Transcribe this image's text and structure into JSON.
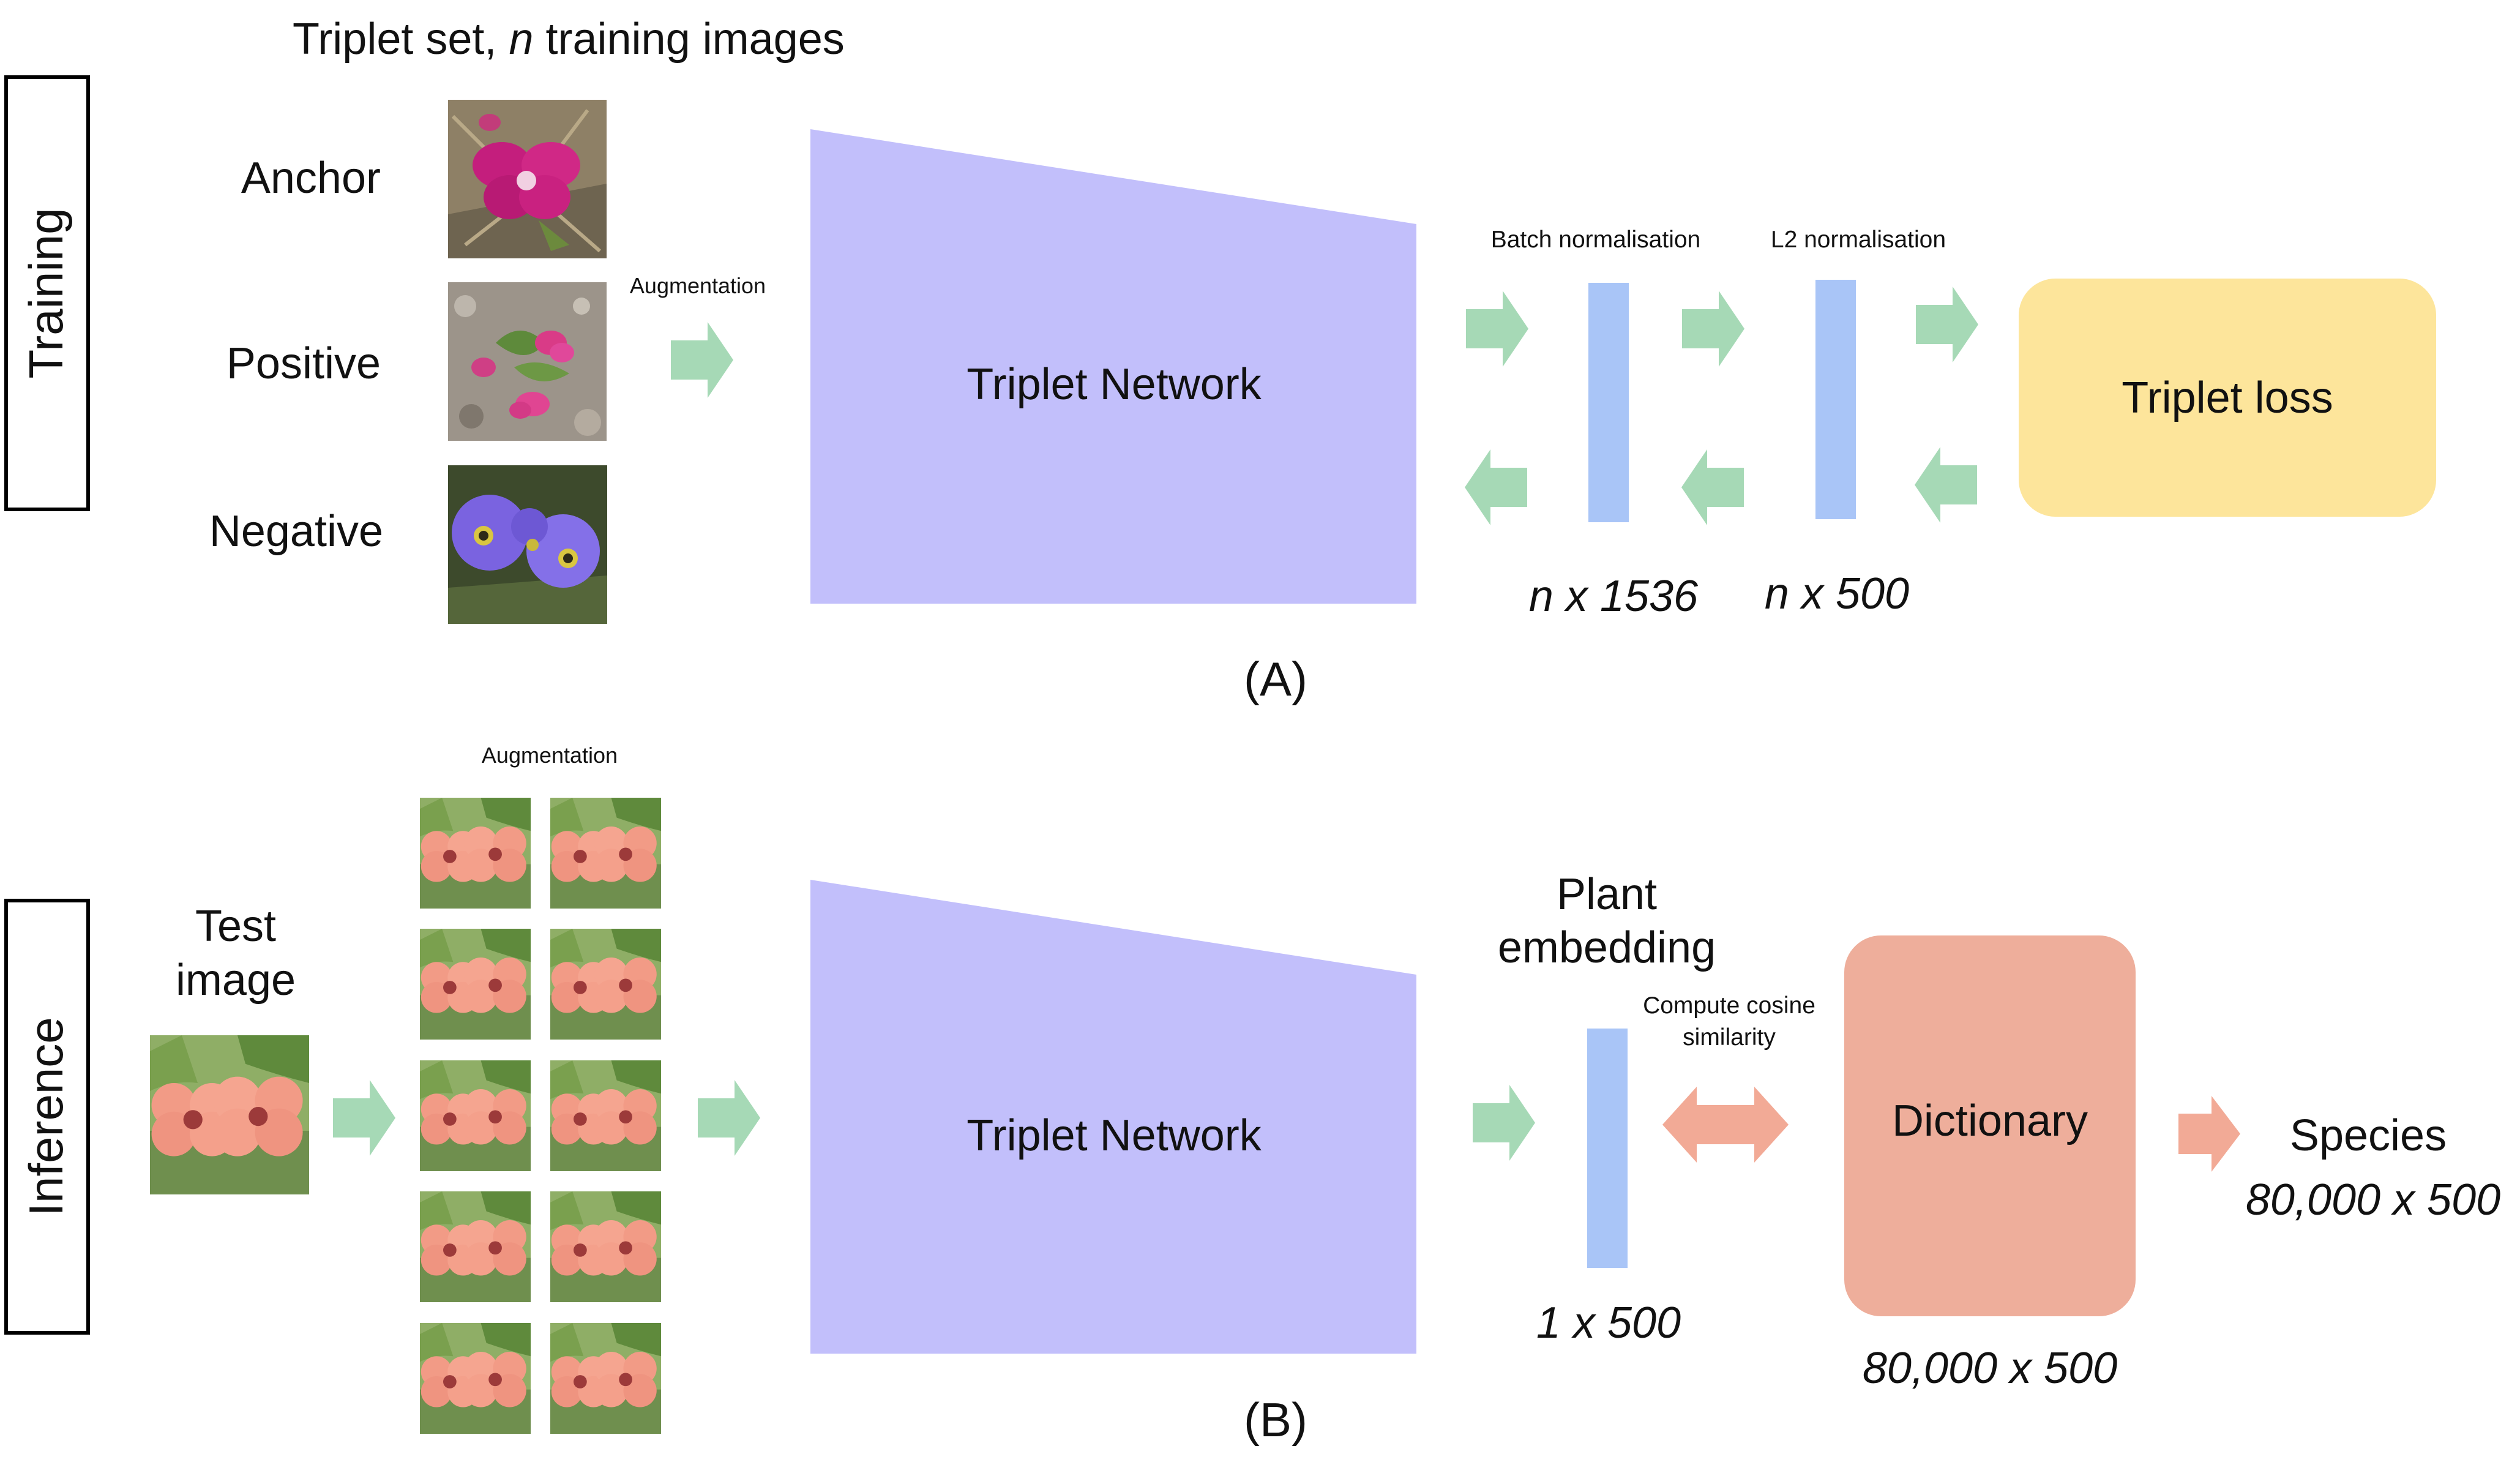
{
  "training": {
    "side_label": "Training",
    "header_text": "Triplet set, ",
    "header_n": "n",
    "header_suffix": " training images",
    "anchor_label": "Anchor",
    "positive_label": "Positive",
    "negative_label": "Negative",
    "augmentation_label": "Augmentation",
    "network_label": "Triplet Network",
    "batch_norm_label": "Batch normalisation",
    "l2_norm_label": "L2 normalisation",
    "dim_batch": "n x 1536",
    "dim_l2": "n x 500",
    "loss_label": "Triplet loss",
    "panel_label": "(A)"
  },
  "inference": {
    "side_label": "Inference",
    "augmentation_label": "Augmentation",
    "test_image_line1": "Test",
    "test_image_line2": "image",
    "network_label": "Triplet Network",
    "embedding_line1": "Plant",
    "embedding_line2": "embedding",
    "cosine_line1": "Compute cosine",
    "cosine_line2": "similarity",
    "dim_embedding": "1 x 500",
    "dictionary_label": "Dictionary",
    "dim_dictionary": "80,000 x 500",
    "species_label": "Species",
    "dim_species": "80,000 x 500",
    "panel_label": "(B)"
  },
  "colors": {
    "network": "#c2bffb",
    "embedding_bar": "#a9c5f7",
    "arrow_green": "#a6d9b6",
    "arrow_salmon": "#f2aa96",
    "loss_box": "#fde59b",
    "dictionary_box": "#eeae9b"
  },
  "icons": [
    "flower-photo-anchor",
    "flower-photo-positive",
    "flower-photo-negative",
    "flower-photo-test",
    "flower-photo-augmented"
  ]
}
